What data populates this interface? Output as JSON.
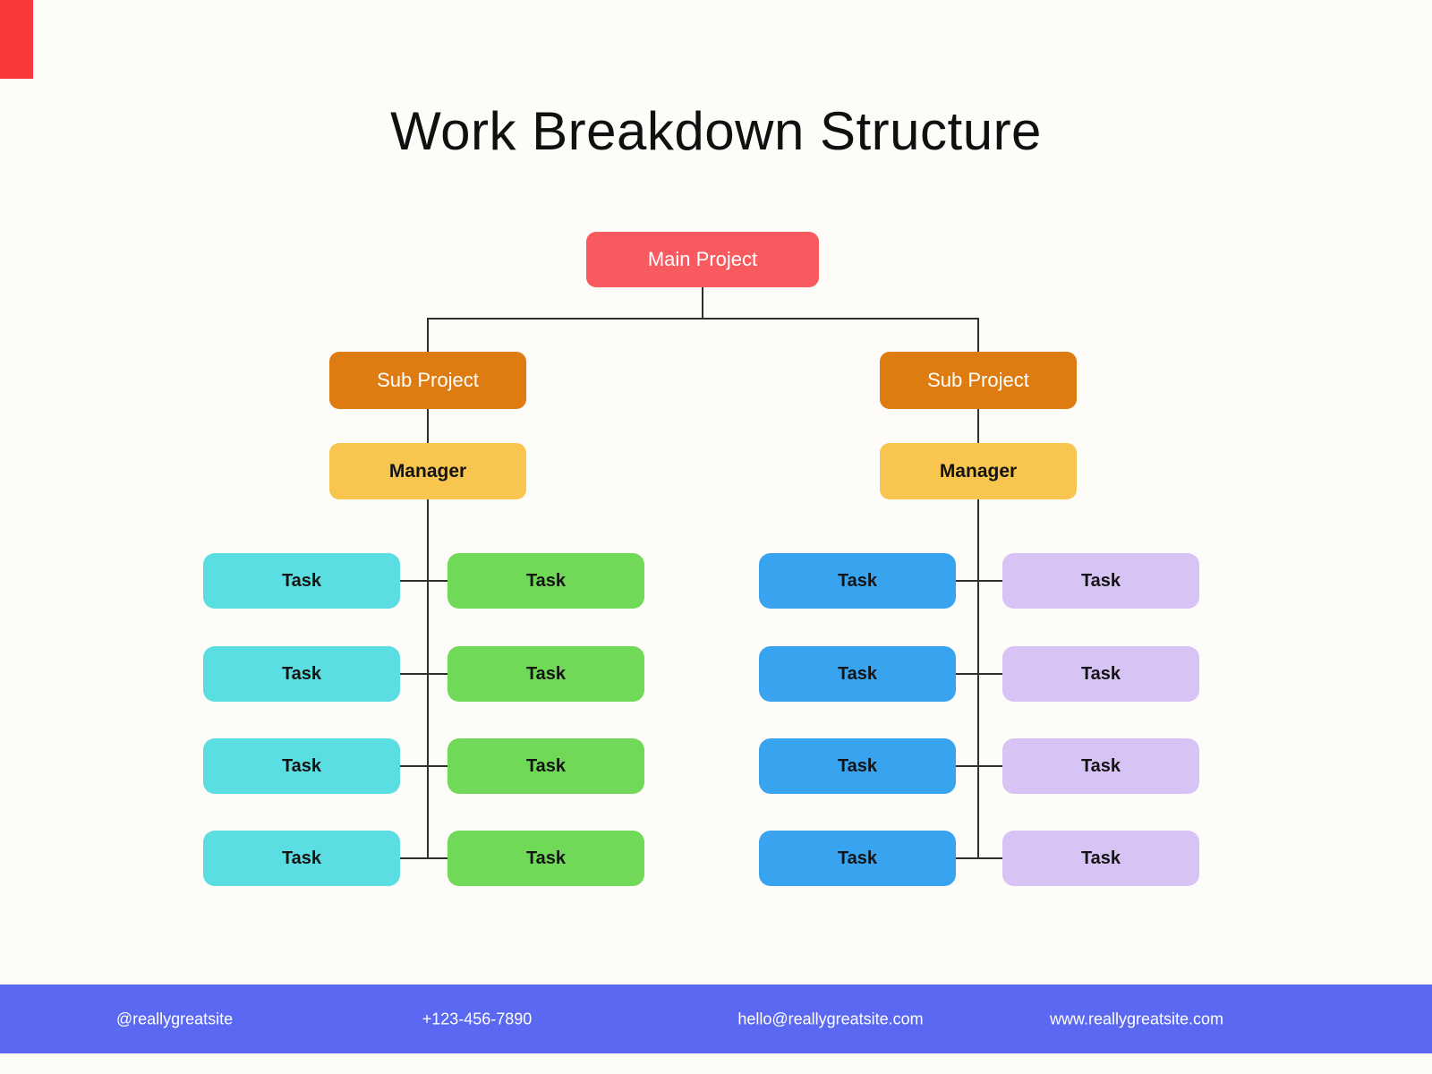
{
  "title": "Work Breakdown Structure",
  "diagram": {
    "root": "Main Project",
    "branches": [
      {
        "sub_project": "Sub Project",
        "manager": "Manager",
        "columns": [
          {
            "name": "teal",
            "color": "#5BDEE2",
            "tasks": [
              "Task",
              "Task",
              "Task",
              "Task"
            ]
          },
          {
            "name": "green",
            "color": "#70D957",
            "tasks": [
              "Task",
              "Task",
              "Task",
              "Task"
            ]
          }
        ]
      },
      {
        "sub_project": "Sub Project",
        "manager": "Manager",
        "columns": [
          {
            "name": "blue",
            "color": "#38A4F0",
            "tasks": [
              "Task",
              "Task",
              "Task",
              "Task"
            ]
          },
          {
            "name": "lavender",
            "color": "#D8C4F4",
            "tasks": [
              "Task",
              "Task",
              "Task",
              "Task"
            ]
          }
        ]
      }
    ]
  },
  "colors": {
    "root": "#F85A5F",
    "sub_project": "#DE7C11",
    "manager": "#F8C54F",
    "footer_bar": "#5A68F2",
    "connector": "#2F2F2F",
    "background": "#FEFCF9",
    "corner_accent": "#F8393C"
  },
  "footer": {
    "items": [
      "@reallygreatsite",
      "+123-456-7890",
      "hello@reallygreatsite.com",
      "www.reallygreatsite.com"
    ]
  }
}
